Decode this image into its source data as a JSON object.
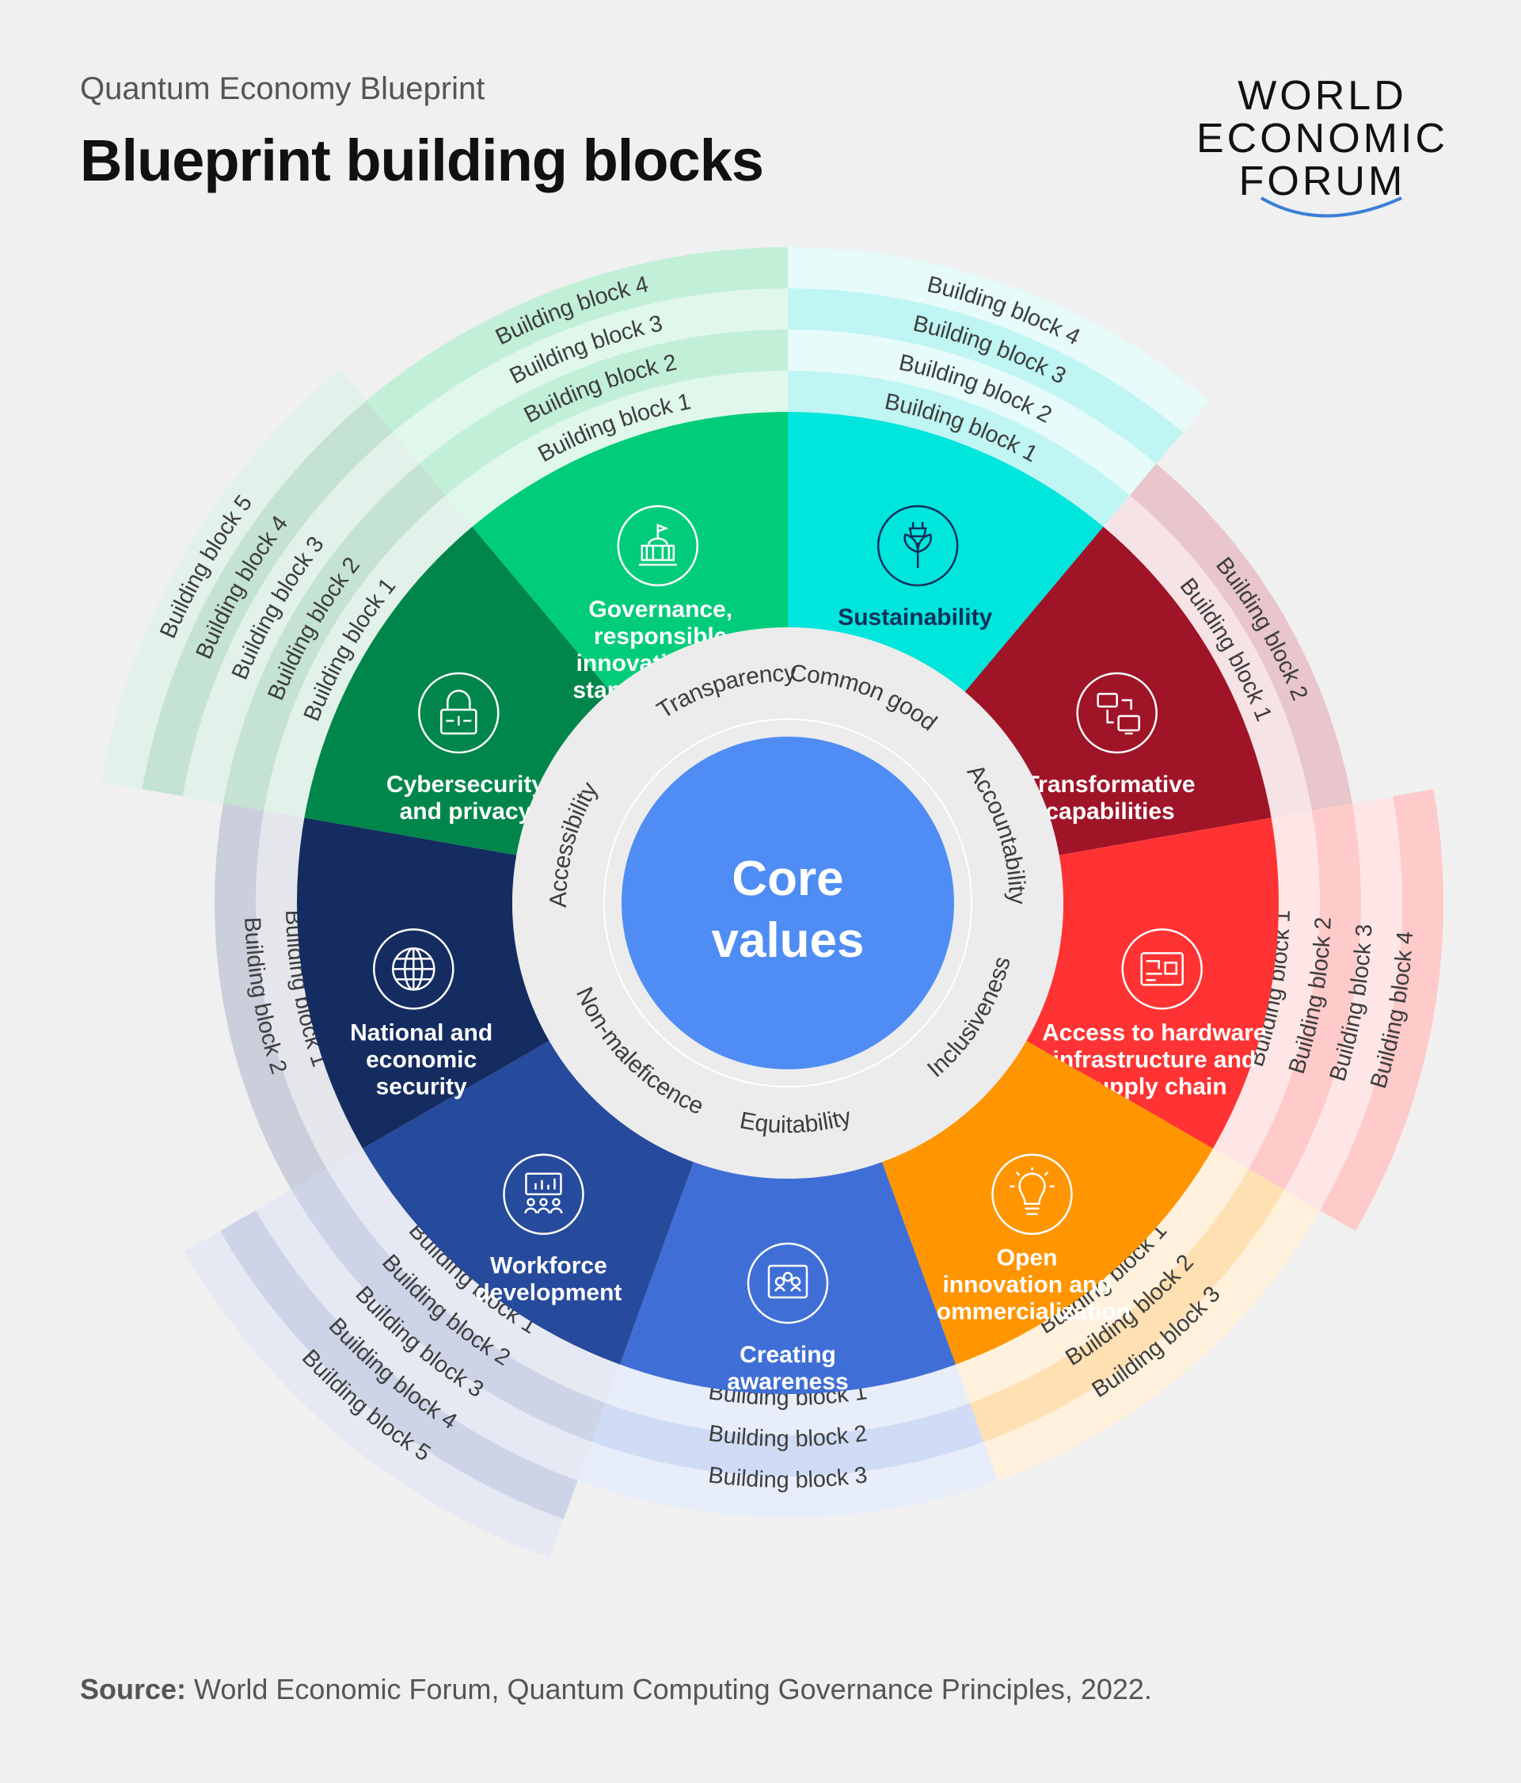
{
  "header": {
    "subtitle": "Quantum Economy Blueprint",
    "title": "Blueprint building blocks"
  },
  "logo": {
    "line1": "WORLD",
    "line2": "ECONOMIC",
    "line3": "FORUM",
    "ring_color": "#3a7fd5"
  },
  "core": {
    "line1": "Core",
    "line2": "values",
    "color": "#4f8df5"
  },
  "values": [
    {
      "label": "Transparency",
      "angle": -16
    },
    {
      "label": "Common good",
      "angle": 20
    },
    {
      "label": "Accountability",
      "angle": 72
    },
    {
      "label": "Inclusiveness",
      "angle": 122
    },
    {
      "label": "Equitability",
      "angle": 178
    },
    {
      "label": "Non-maleficence",
      "angle": 225
    },
    {
      "label": "Accessibility",
      "angle": 285
    }
  ],
  "sectors": [
    {
      "id": "sustainability",
      "icon": "plant-plug-icon",
      "lines": [
        "Sustainability"
      ],
      "color": "#00e5dc",
      "text_color": "#10305a",
      "block_colors": [
        "#bff5f2",
        "#e6fbfa"
      ],
      "blocks": [
        "Building block 1",
        "Building block 2",
        "Building block 3",
        "Building block 4"
      ]
    },
    {
      "id": "transformative-capabilities",
      "icon": "computer-network-icon",
      "lines": [
        "Transformative",
        "capabilities"
      ],
      "color": "#a01428",
      "text_color": "#ffffff",
      "block_colors": [
        "#f6e3e6",
        "#e8c6cb"
      ],
      "blocks": [
        "Building block 1",
        "Building block 2"
      ]
    },
    {
      "id": "access-to-hardware",
      "icon": "circuit-board-icon",
      "lines": [
        "Access to hardware",
        "infrastructure and",
        "supply chain"
      ],
      "color": "#ff3333",
      "text_color": "#ffffff",
      "block_colors": [
        "#ffe6e6",
        "#ffcaca"
      ],
      "blocks": [
        "Building block 1",
        "Building block 2",
        "Building block 3",
        "Building block 4"
      ]
    },
    {
      "id": "open-innovation",
      "icon": "lightbulb-icon",
      "lines": [
        "Open",
        "innovation and",
        "commercialization"
      ],
      "color": "#ff9500",
      "text_color": "#ffffff",
      "block_colors": [
        "#fff1dc",
        "#ffe0b3"
      ],
      "blocks": [
        "Building block 1",
        "Building block 2",
        "Building block 3"
      ]
    },
    {
      "id": "creating-awareness",
      "icon": "audience-icon",
      "lines": [
        "Creating",
        "awareness"
      ],
      "color": "#3f6fd6",
      "text_color": "#ffffff",
      "block_colors": [
        "#e8edfa",
        "#d0dcf5"
      ],
      "blocks": [
        "Building block 1",
        "Building block 2",
        "Building block 3"
      ]
    },
    {
      "id": "workforce-development",
      "icon": "presentation-icon",
      "lines": [
        "Workforce",
        "development"
      ],
      "color": "#264a9c",
      "text_color": "#ffffff",
      "block_colors": [
        "#e6e9f3",
        "#cdd4e8"
      ],
      "blocks": [
        "Building block 1",
        "Building block 2",
        "Building block 3",
        "Building block 4",
        "Building block 5"
      ]
    },
    {
      "id": "national-security",
      "icon": "globe-icon",
      "lines": [
        "National and",
        "economic",
        "security"
      ],
      "color": "#152c61",
      "text_color": "#ffffff",
      "block_colors": [
        "#e4e6ec",
        "#cbcfdc"
      ],
      "blocks": [
        "Building block 1",
        "Building block 2"
      ]
    },
    {
      "id": "cybersecurity",
      "icon": "padlock-icon",
      "lines": [
        "Cybersecurity",
        "and privacy"
      ],
      "color": "#00864b",
      "text_color": "#ffffff",
      "block_colors": [
        "#e2f1e9",
        "#c4e3d2"
      ],
      "blocks": [
        "Building block 1",
        "Building block 2",
        "Building block 3",
        "Building block 4",
        "Building block 5"
      ]
    },
    {
      "id": "governance",
      "icon": "capitol-building-icon",
      "lines": [
        "Governance,",
        "responsible",
        "innovation and",
        "standardization"
      ],
      "color": "#00cc7a",
      "text_color": "#ffffff",
      "block_colors": [
        "#e0f7ec",
        "#c2efd8"
      ],
      "blocks": [
        "Building block 1",
        "Building block 2",
        "Building block 3",
        "Building block 4"
      ]
    }
  ],
  "source": {
    "label": "Source:",
    "text": " World Economic Forum, Quantum Computing Governance Principles, 2022."
  }
}
